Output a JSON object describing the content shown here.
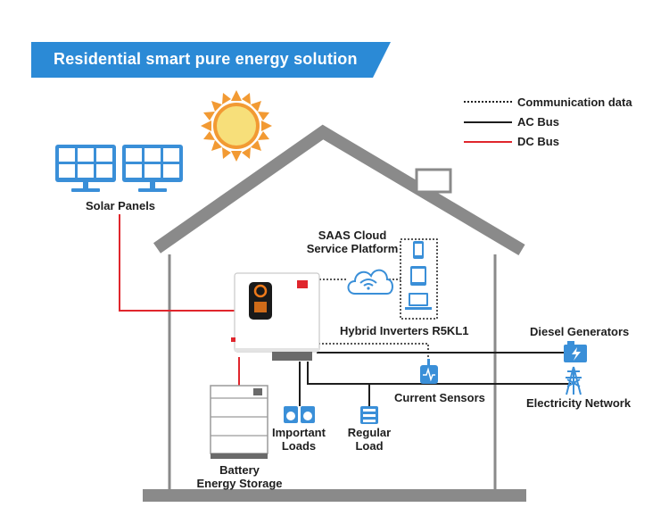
{
  "banner": {
    "title": "Residential smart pure energy solution"
  },
  "legend": [
    {
      "label": "Communication data",
      "style": "dotted",
      "color": "#1e1e1e"
    },
    {
      "label": "AC Bus",
      "style": "solid",
      "color": "#1e1e1e"
    },
    {
      "label": "DC Bus",
      "style": "solid",
      "color": "#e0262d"
    }
  ],
  "nodes": {
    "solar_panels": "Solar Panels",
    "saas_line1": "SAAS Cloud",
    "saas_line2": "Service Platform",
    "inverter": "Hybrid Inverters R5KL1",
    "diesel": "Diesel Generators",
    "current_sensors": "Current Sensors",
    "electricity": "Electricity Network",
    "important_line1": "Important",
    "important_line2": "Loads",
    "regular_line1": "Regular",
    "regular_line2": "Load",
    "battery_line1": "Battery",
    "battery_line2": "Energy Storage"
  },
  "colors": {
    "accent_blue": "#2b8ad6",
    "icon_blue": "#3a8fd8",
    "dc_red": "#e0262d",
    "house_gray": "#8a8a8a",
    "sun_orange": "#f29a33",
    "sun_core": "#f7df7a",
    "inverter_orange": "#f07a1a"
  }
}
